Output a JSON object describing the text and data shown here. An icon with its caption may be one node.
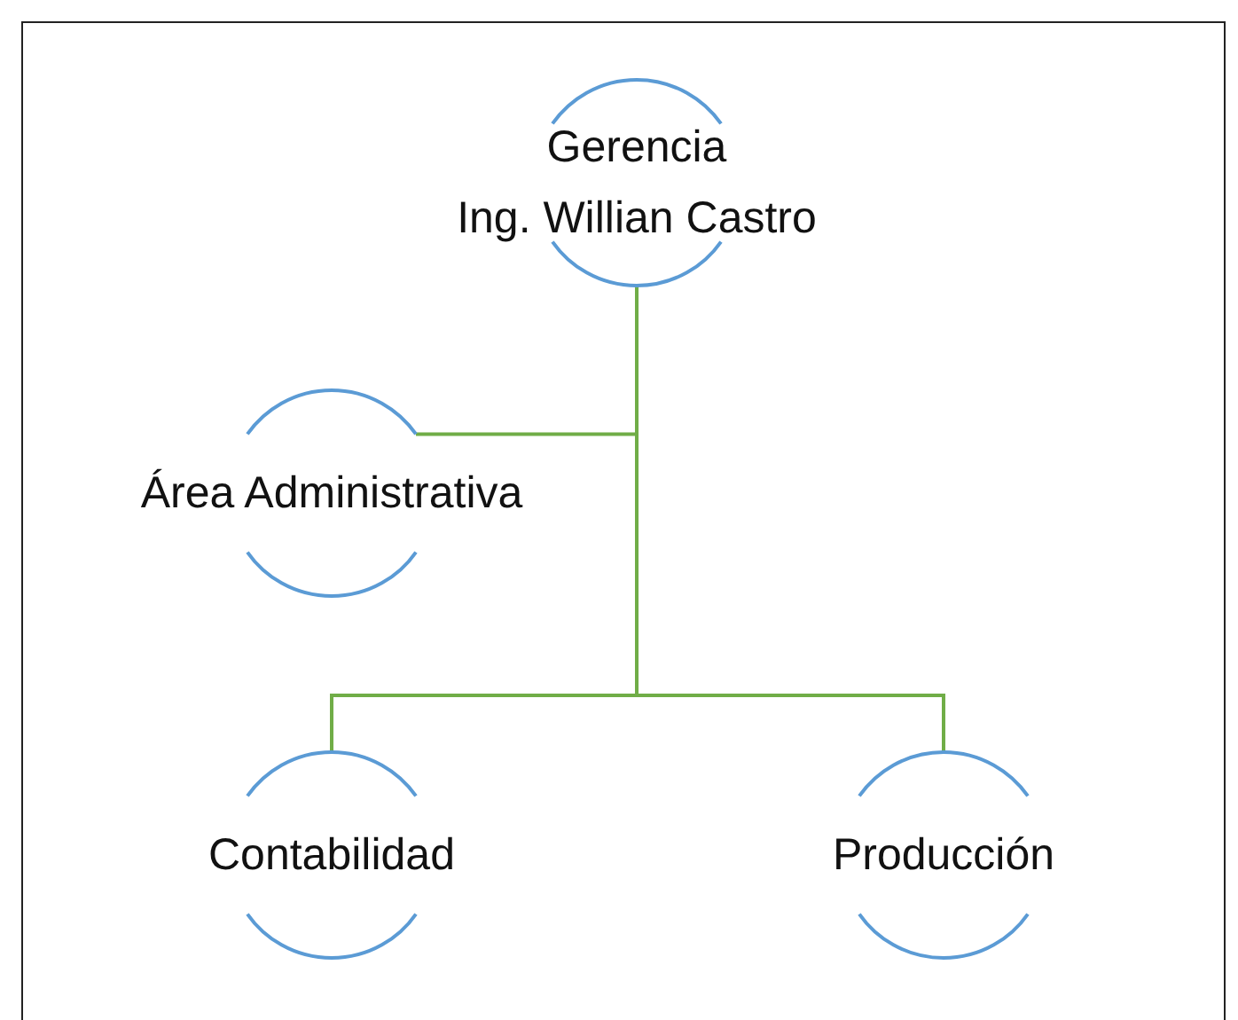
{
  "diagram": {
    "nodes": [
      {
        "text": [
          "Gerencia",
          "Ing. Willian Castro"
        ]
      },
      {
        "text": [
          "Área Administrativa"
        ]
      },
      {
        "text": [
          "Contabilidad"
        ]
      },
      {
        "text": [
          "Producción"
        ]
      }
    ],
    "edges": [
      {
        "from": 0,
        "to": 1,
        "arrow": "none"
      },
      {
        "from": 0,
        "to": 2,
        "arrow": "none"
      },
      {
        "from": 0,
        "to": 3,
        "arrow": "none"
      }
    ]
  }
}
